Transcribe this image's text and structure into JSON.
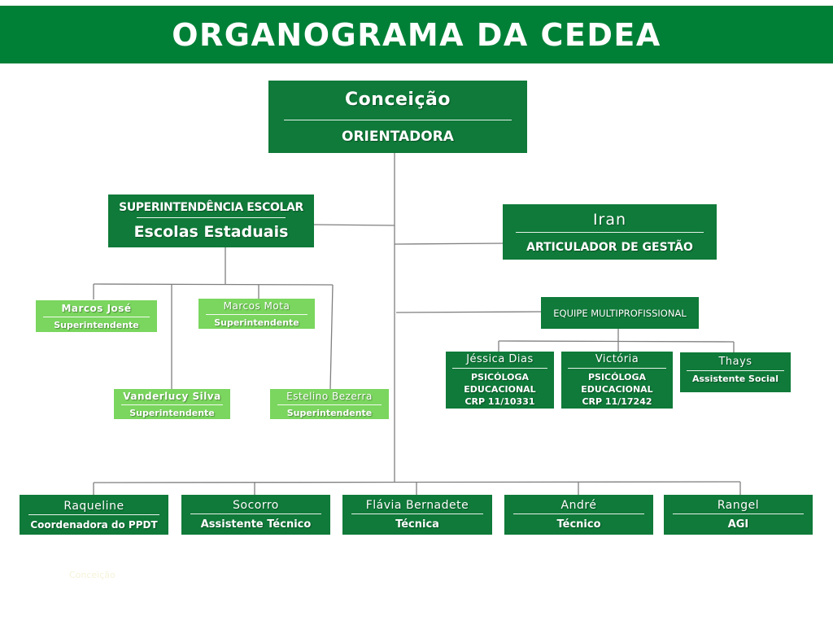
{
  "header": {
    "title": "ORGANOGRAMA DA CEDEA"
  },
  "top": {
    "name": "Conceição",
    "role": "ORIENTADORA"
  },
  "superintendencia": {
    "line1": "SUPERINTENDÊNCIA ESCOLAR",
    "line2": "Escolas Estaduais"
  },
  "articulador": {
    "name": "Iran",
    "role": "ARTICULADOR DE GESTÃO"
  },
  "equipe": {
    "label": "EQUIPE MULTIPROFISSIONAL"
  },
  "superintendentes": [
    {
      "name": "Marcos José",
      "role": "Superintendente"
    },
    {
      "name": "Marcos Mota",
      "role": "Superintendente"
    },
    {
      "name": "Vanderlucy Silva",
      "role": "Superintendente"
    },
    {
      "name": "Estelino Bezerra",
      "role": "Superintendente"
    }
  ],
  "multiprofissional": [
    {
      "name": "Jéssica Dias",
      "role": [
        "PSICÓLOGA",
        "EDUCACIONAL",
        "CRP 11/10331"
      ]
    },
    {
      "name": "Victória",
      "role": [
        "PSICÓLOGA",
        "EDUCACIONAL",
        "CRP 11/17242"
      ]
    },
    {
      "name": "Thays",
      "role": [
        "Assistente Social"
      ]
    }
  ],
  "staff": [
    {
      "name": "Raqueline",
      "role": "Coordenadora do PPDT"
    },
    {
      "name": "Socorro",
      "role": "Assistente Técnico"
    },
    {
      "name": "Flávia Bernadete",
      "role": "Técnica"
    },
    {
      "name": "André",
      "role": "Técnico"
    },
    {
      "name": "Rangel",
      "role": "AGI"
    }
  ],
  "footnote": "Conceição",
  "colors": {
    "dark_green": "#0f7a39",
    "light_green": "#7ad65e",
    "header_green": "#008037",
    "connector": "#7f7f7f"
  }
}
